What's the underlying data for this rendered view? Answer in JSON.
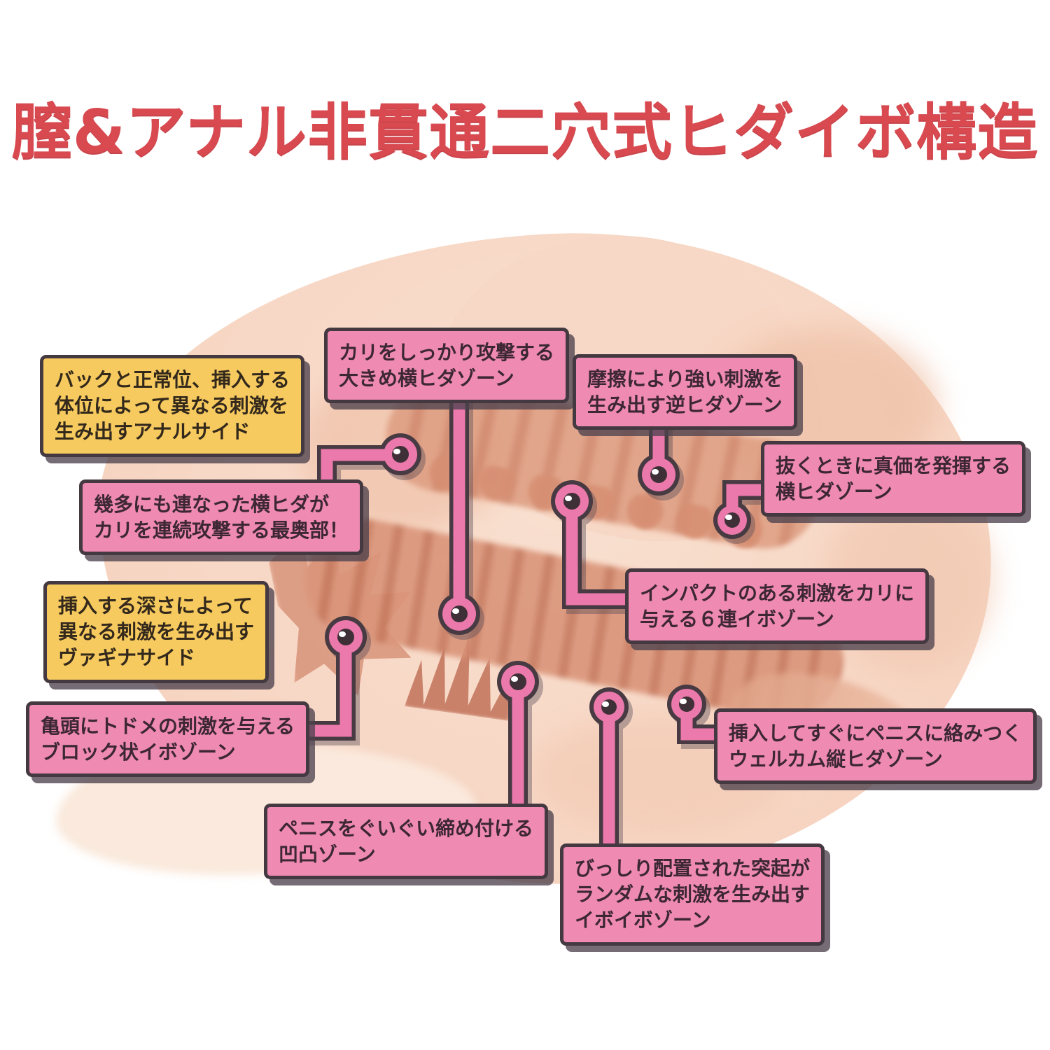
{
  "title": "膣&アナル非貫通二穴式ヒダイボ構造",
  "callouts": [
    {
      "id": "anal-side",
      "style": "yellow",
      "text": "バックと正常位、挿入する\n体位によって異なる刺激を\n生み出すアナルサイド"
    },
    {
      "id": "large-lateral-folds",
      "style": "pink",
      "text": "カリをしっかり攻撃する\n大きめ横ヒダゾーン"
    },
    {
      "id": "reverse-folds",
      "style": "pink",
      "text": "摩擦により強い刺激を\n生み出す逆ヒダゾーン"
    },
    {
      "id": "pullout-lateral-folds",
      "style": "pink",
      "text": "抜くときに真価を発揮する\n横ヒダゾーン"
    },
    {
      "id": "deepest-folds",
      "style": "pink",
      "text": "幾多にも連なった横ヒダが\nカリを連続攻撃する最奥部！"
    },
    {
      "id": "vagina-side",
      "style": "yellow",
      "text": "挿入する深さによって\n異なる刺激を生み出す\nヴァギナサイド"
    },
    {
      "id": "six-bumps",
      "style": "pink",
      "text": "インパクトのある刺激をカリに\n与える６連イボゾーン"
    },
    {
      "id": "block-bumps",
      "style": "pink",
      "text": "亀頭にトドメの刺激を与える\nブロック状イボゾーン"
    },
    {
      "id": "welcome-vertical-folds",
      "style": "pink",
      "text": "挿入してすぐにペニスに絡みつく\nウェルカム縦ヒダゾーン"
    },
    {
      "id": "squeeze-uneven-zone",
      "style": "pink",
      "text": "ペニスをぐいぐい締め付ける\n凹凸ゾーン"
    },
    {
      "id": "random-bumps",
      "style": "pink",
      "text": "びっしり配置された突起が\nランダムな刺激を生み出す\nイボイボゾーン"
    }
  ],
  "colors": {
    "title_red": "#d84a50",
    "callout_pink": "#ef8ab2",
    "callout_yellow": "#f6ca5e",
    "outline_dark": "#453941",
    "connector_pink": "#ec79ab",
    "skin_light": "#f7d7c5",
    "skin_canal": "#d08569",
    "page_background": "#ffffff"
  }
}
